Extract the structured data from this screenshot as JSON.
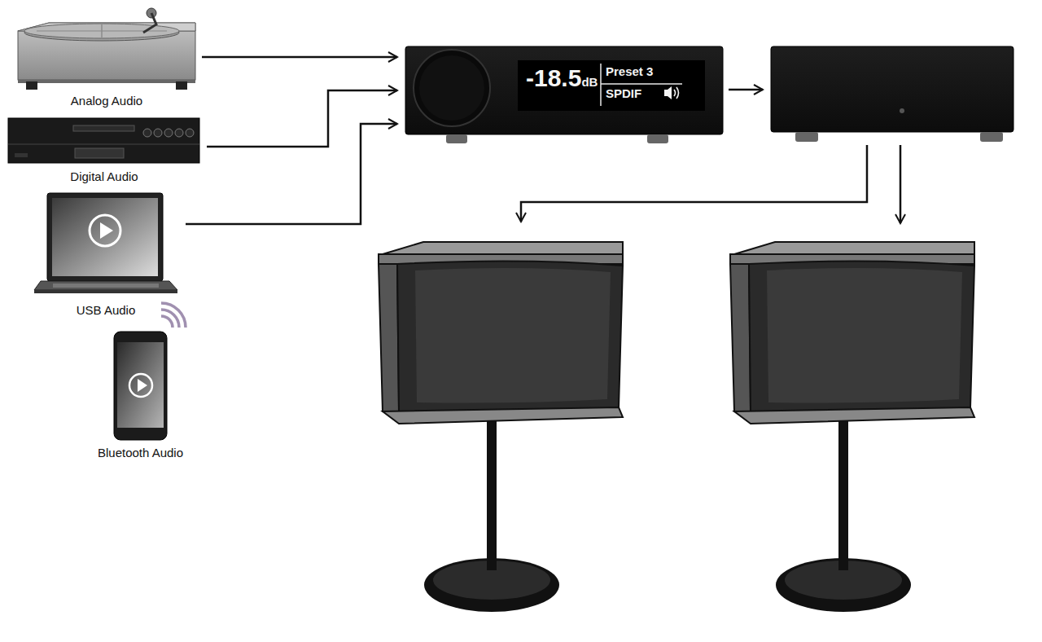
{
  "diagram": {
    "nodes": [
      {
        "text": [
          "Analog Audio"
        ]
      },
      {
        "text": [
          "Digital Audio"
        ]
      },
      {
        "text": [
          "USB Audio"
        ]
      },
      {
        "text": [
          "Bluetooth Audio"
        ]
      },
      {
        "text": [
          "-18.5",
          "dB",
          "Preset 3",
          "SPDIF"
        ]
      }
    ],
    "edges": [
      {
        "from": 0,
        "to": 4,
        "arrow": "to"
      },
      {
        "from": 1,
        "to": 4,
        "arrow": "to"
      },
      {
        "from": 2,
        "to": 4,
        "arrow": "to"
      }
    ]
  }
}
